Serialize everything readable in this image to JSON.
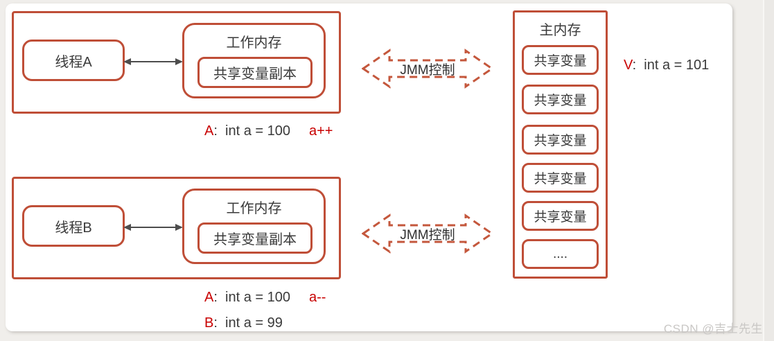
{
  "page": {
    "watermark": "CSDN @吉士先生"
  },
  "colors": {
    "box_border": "#bf4e37",
    "accent_red": "#c80000",
    "text_dark": "#3a3a3a",
    "connector_gray": "#4d4d4d",
    "watermark_gray": "#c9c7c5",
    "page_background": "#f0eeeb"
  },
  "thread_groups": [
    {
      "thread_label": "线程A",
      "working_memory_title": "工作内存",
      "copy_label": "共享变量副本",
      "jmm_label": "JMM控制",
      "annotations": [
        {
          "prefix": "A",
          "body": ":  int a = 100",
          "op": "a++"
        }
      ]
    },
    {
      "thread_label": "线程B",
      "working_memory_title": "工作内存",
      "copy_label": "共享变量副本",
      "jmm_label": "JMM控制",
      "annotations": [
        {
          "prefix": "A",
          "body": ":  int a = 100",
          "op": "a--"
        },
        {
          "prefix": "B",
          "body": ":  int a = 99",
          "op": ""
        }
      ]
    }
  ],
  "main_memory": {
    "title": "主内存",
    "items": [
      "共享变量",
      "共享变量",
      "共享变量",
      "共享变量",
      "共享变量",
      "...."
    ],
    "annotation": {
      "prefix": "V",
      "body": ":  int a = 101"
    }
  }
}
